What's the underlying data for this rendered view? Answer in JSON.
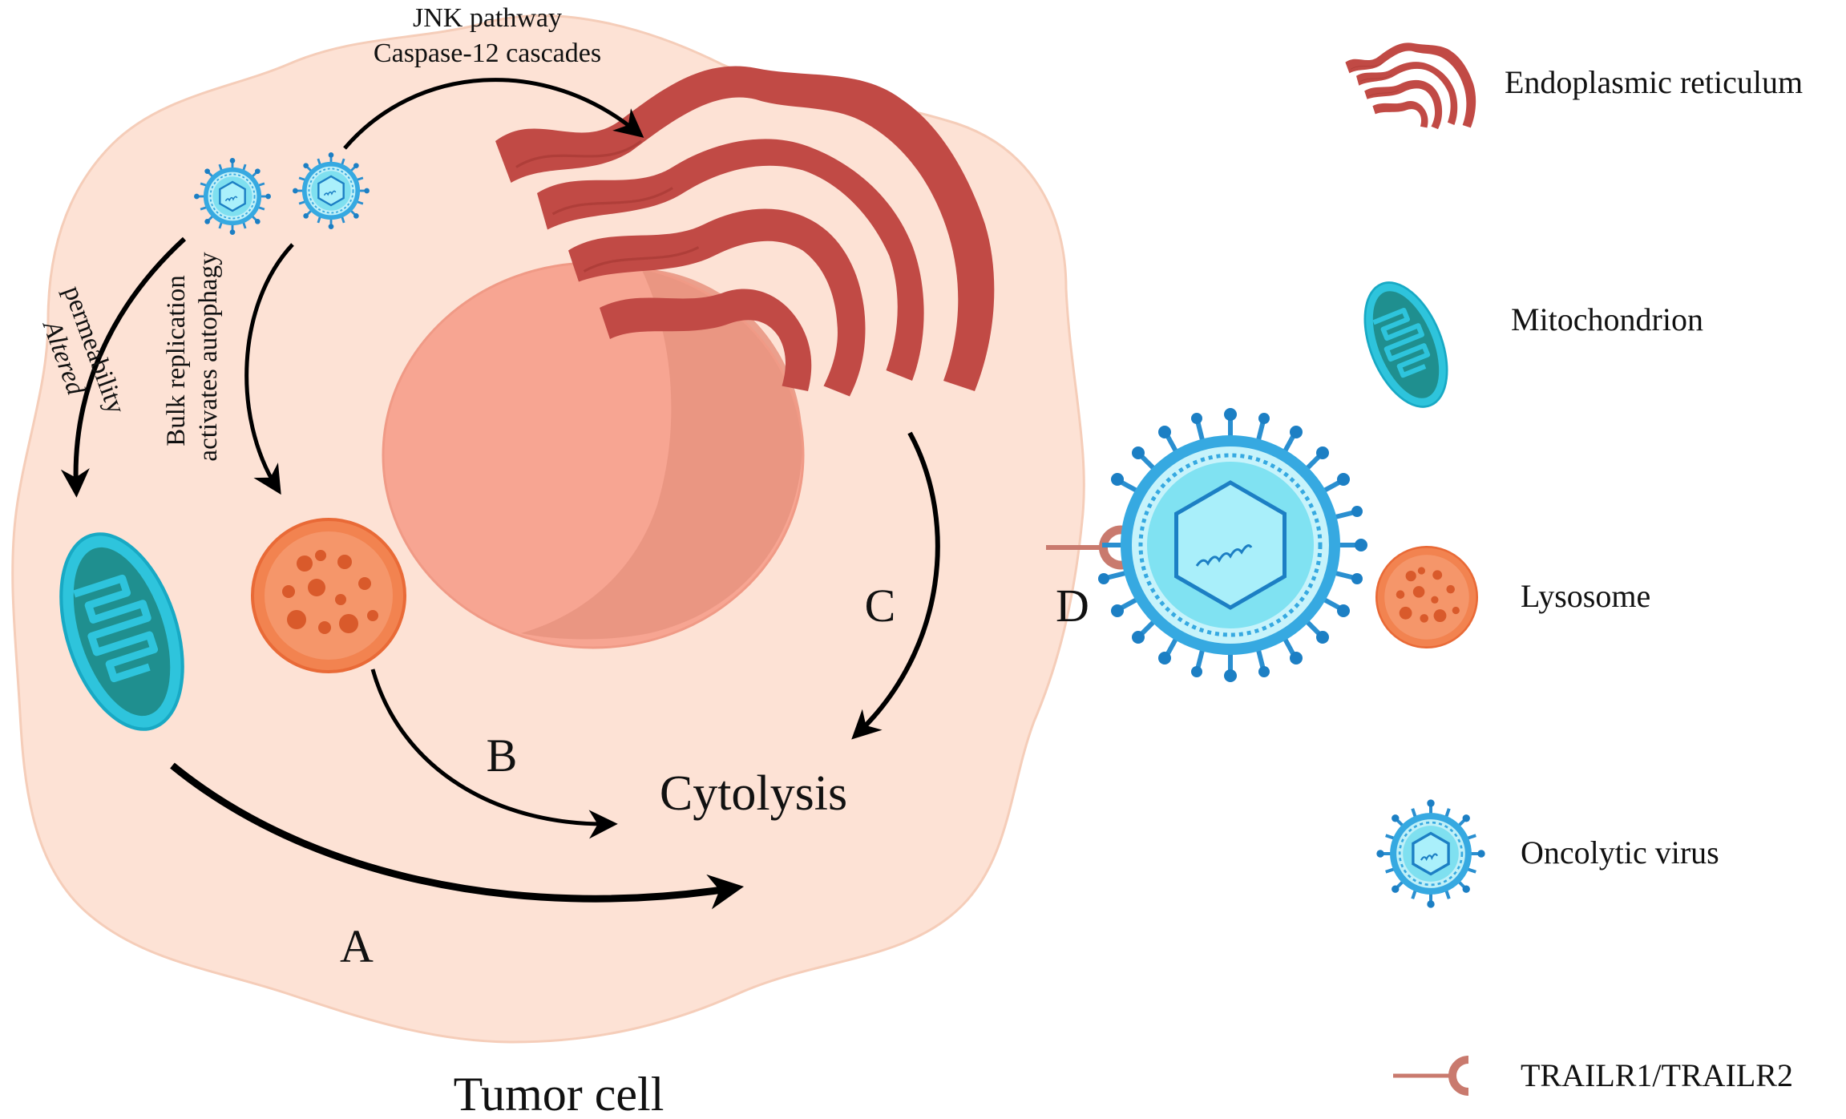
{
  "diagram": {
    "caption": "Tumor cell",
    "center_label": "Cytolysis",
    "pathway_top_line1": "JNK pathway",
    "pathway_top_line2": "Caspase-12 cascades",
    "pathway_left_line1": "Altered",
    "pathway_left_line2": "permeability",
    "pathway_mid_line1": "Bulk replication",
    "pathway_mid_line2": "activates autophagy",
    "route_a": "A",
    "route_b": "B",
    "route_c": "C",
    "route_d": "D"
  },
  "legend": [
    {
      "label": "Endoplasmic reticulum",
      "icon": "er-icon"
    },
    {
      "label": "Mitochondrion",
      "icon": "mitochondrion-icon"
    },
    {
      "label": "Lysosome",
      "icon": "lysosome-icon"
    },
    {
      "label": "Oncolytic virus",
      "icon": "virus-icon"
    },
    {
      "label": "TRAILR1/TRAILR2",
      "icon": "receptor-icon"
    }
  ],
  "colors": {
    "cell": "#fde2d5",
    "nucleus": "#f7a592",
    "er": "#c14a45",
    "mitochondrion": "#2ec4dc",
    "lysosome": "#f28350",
    "virus": "#36a9e1",
    "receptor": "#c97a6e"
  }
}
